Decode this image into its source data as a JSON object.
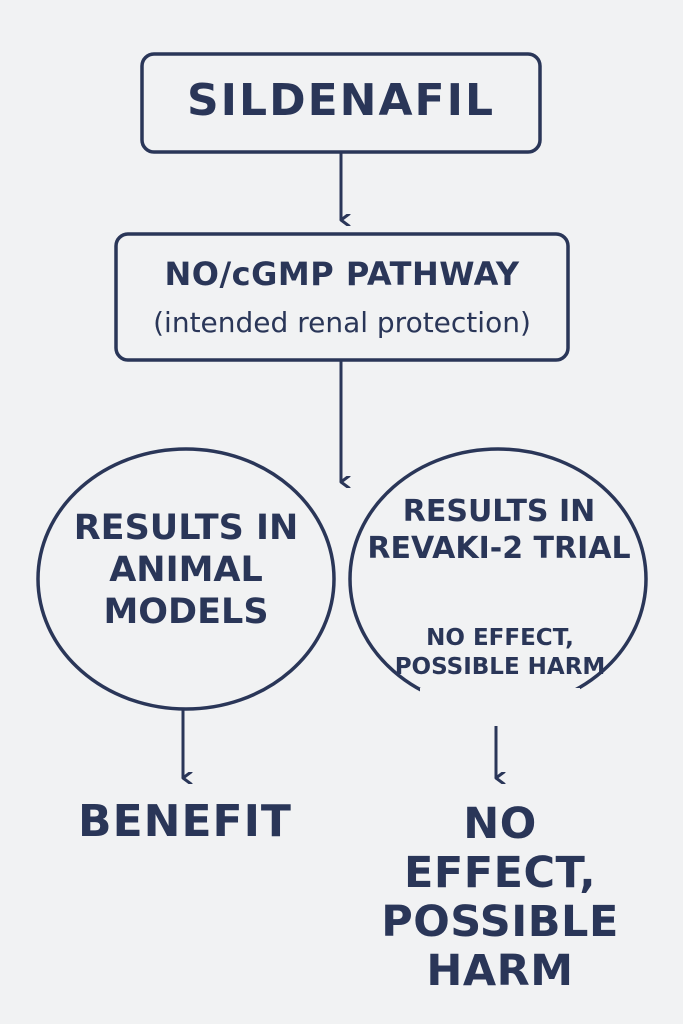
{
  "nodes": {
    "drug": "SILDENAFIL",
    "pathway": {
      "title": "NO/cGMP PATHWAY",
      "subtitle": "(intended renal protection)"
    },
    "animal_models": "RESULTS IN ANIMAL MODELS",
    "revaki_trial": {
      "title": "RESULTS IN REVAKI-2 TRIAL",
      "subtitle": "NO EFFECT, POSSIBLE HARM"
    }
  },
  "outcomes": {
    "animal": "BENEFIT",
    "trial": "NO EFFECT, POSSIBLE HARM"
  },
  "colors": {
    "background": "#f1f2f3",
    "ink": "#2a3658"
  }
}
